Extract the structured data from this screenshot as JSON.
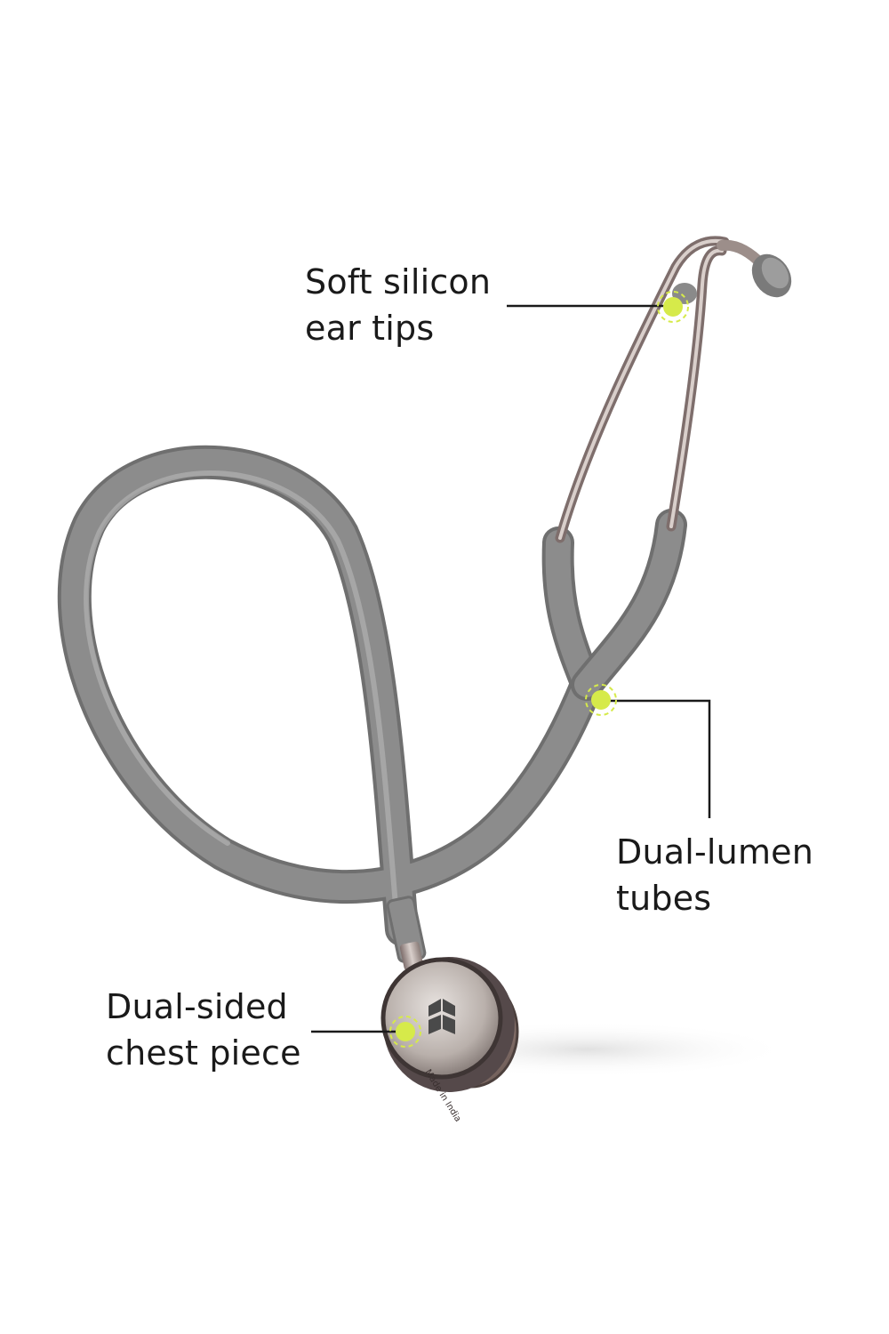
{
  "callouts": {
    "ear_tips": {
      "line1": "Soft silicon",
      "line2": "ear tips"
    },
    "tubes": {
      "line1": "Dual-lumen",
      "line2": "tubes"
    },
    "chest_piece": {
      "line1": "Dual-sided",
      "line2": "chest piece"
    }
  },
  "chest_piece_engraving": "Made in India",
  "colors": {
    "tube": "#8c8c8c",
    "tube_shadow": "#6f6f6f",
    "metal": "#b9a9a4",
    "marker": "#d6ea4a",
    "leader_line": "#1a1a1a",
    "text": "#1a1a1a"
  }
}
